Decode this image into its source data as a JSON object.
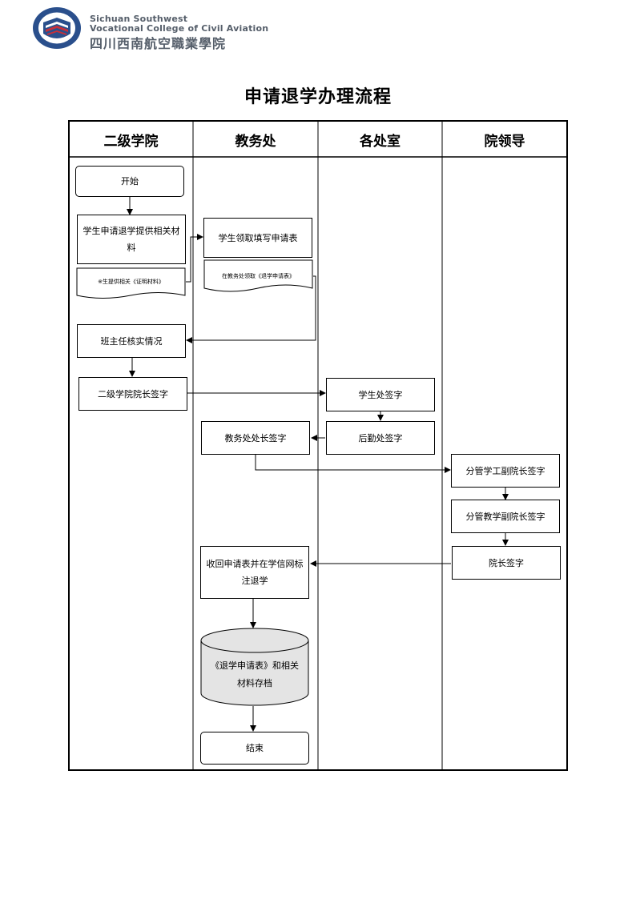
{
  "header": {
    "logo_en_line1": "Sichuan Southwest",
    "logo_en_line2": "Vocational College of Civil Aviation",
    "logo_cn": "四川西南航空職業學院"
  },
  "title": "申请退学办理流程",
  "lanes": [
    "二级学院",
    "教务处",
    "各处室",
    "院领导"
  ],
  "nodes": {
    "start": "开始",
    "apply": "学生申请退学提供相关材料",
    "apply_doc": "※生提供相关《证明材料》",
    "get_form": "学生领取填写申请表",
    "form_doc": "在教务处领取《退学申请表》",
    "verify": "班主任核实情况",
    "dean_sign": "二级学院院长签字",
    "student_office": "学生处签字",
    "logistics": "后勤处签字",
    "academic_head": "教务处处长签字",
    "vp_student": "分管学工副院长签字",
    "vp_teaching": "分管教学副院长签字",
    "president": "院长签字",
    "collect": "收回申请表并在学信网标注退学",
    "archive": "《退学申请表》和相关材料存档",
    "end": "结束"
  },
  "colors": {
    "logo_blue": "#2a4f8c",
    "logo_red": "#c8303a",
    "logo_gray": "#555e6a"
  }
}
